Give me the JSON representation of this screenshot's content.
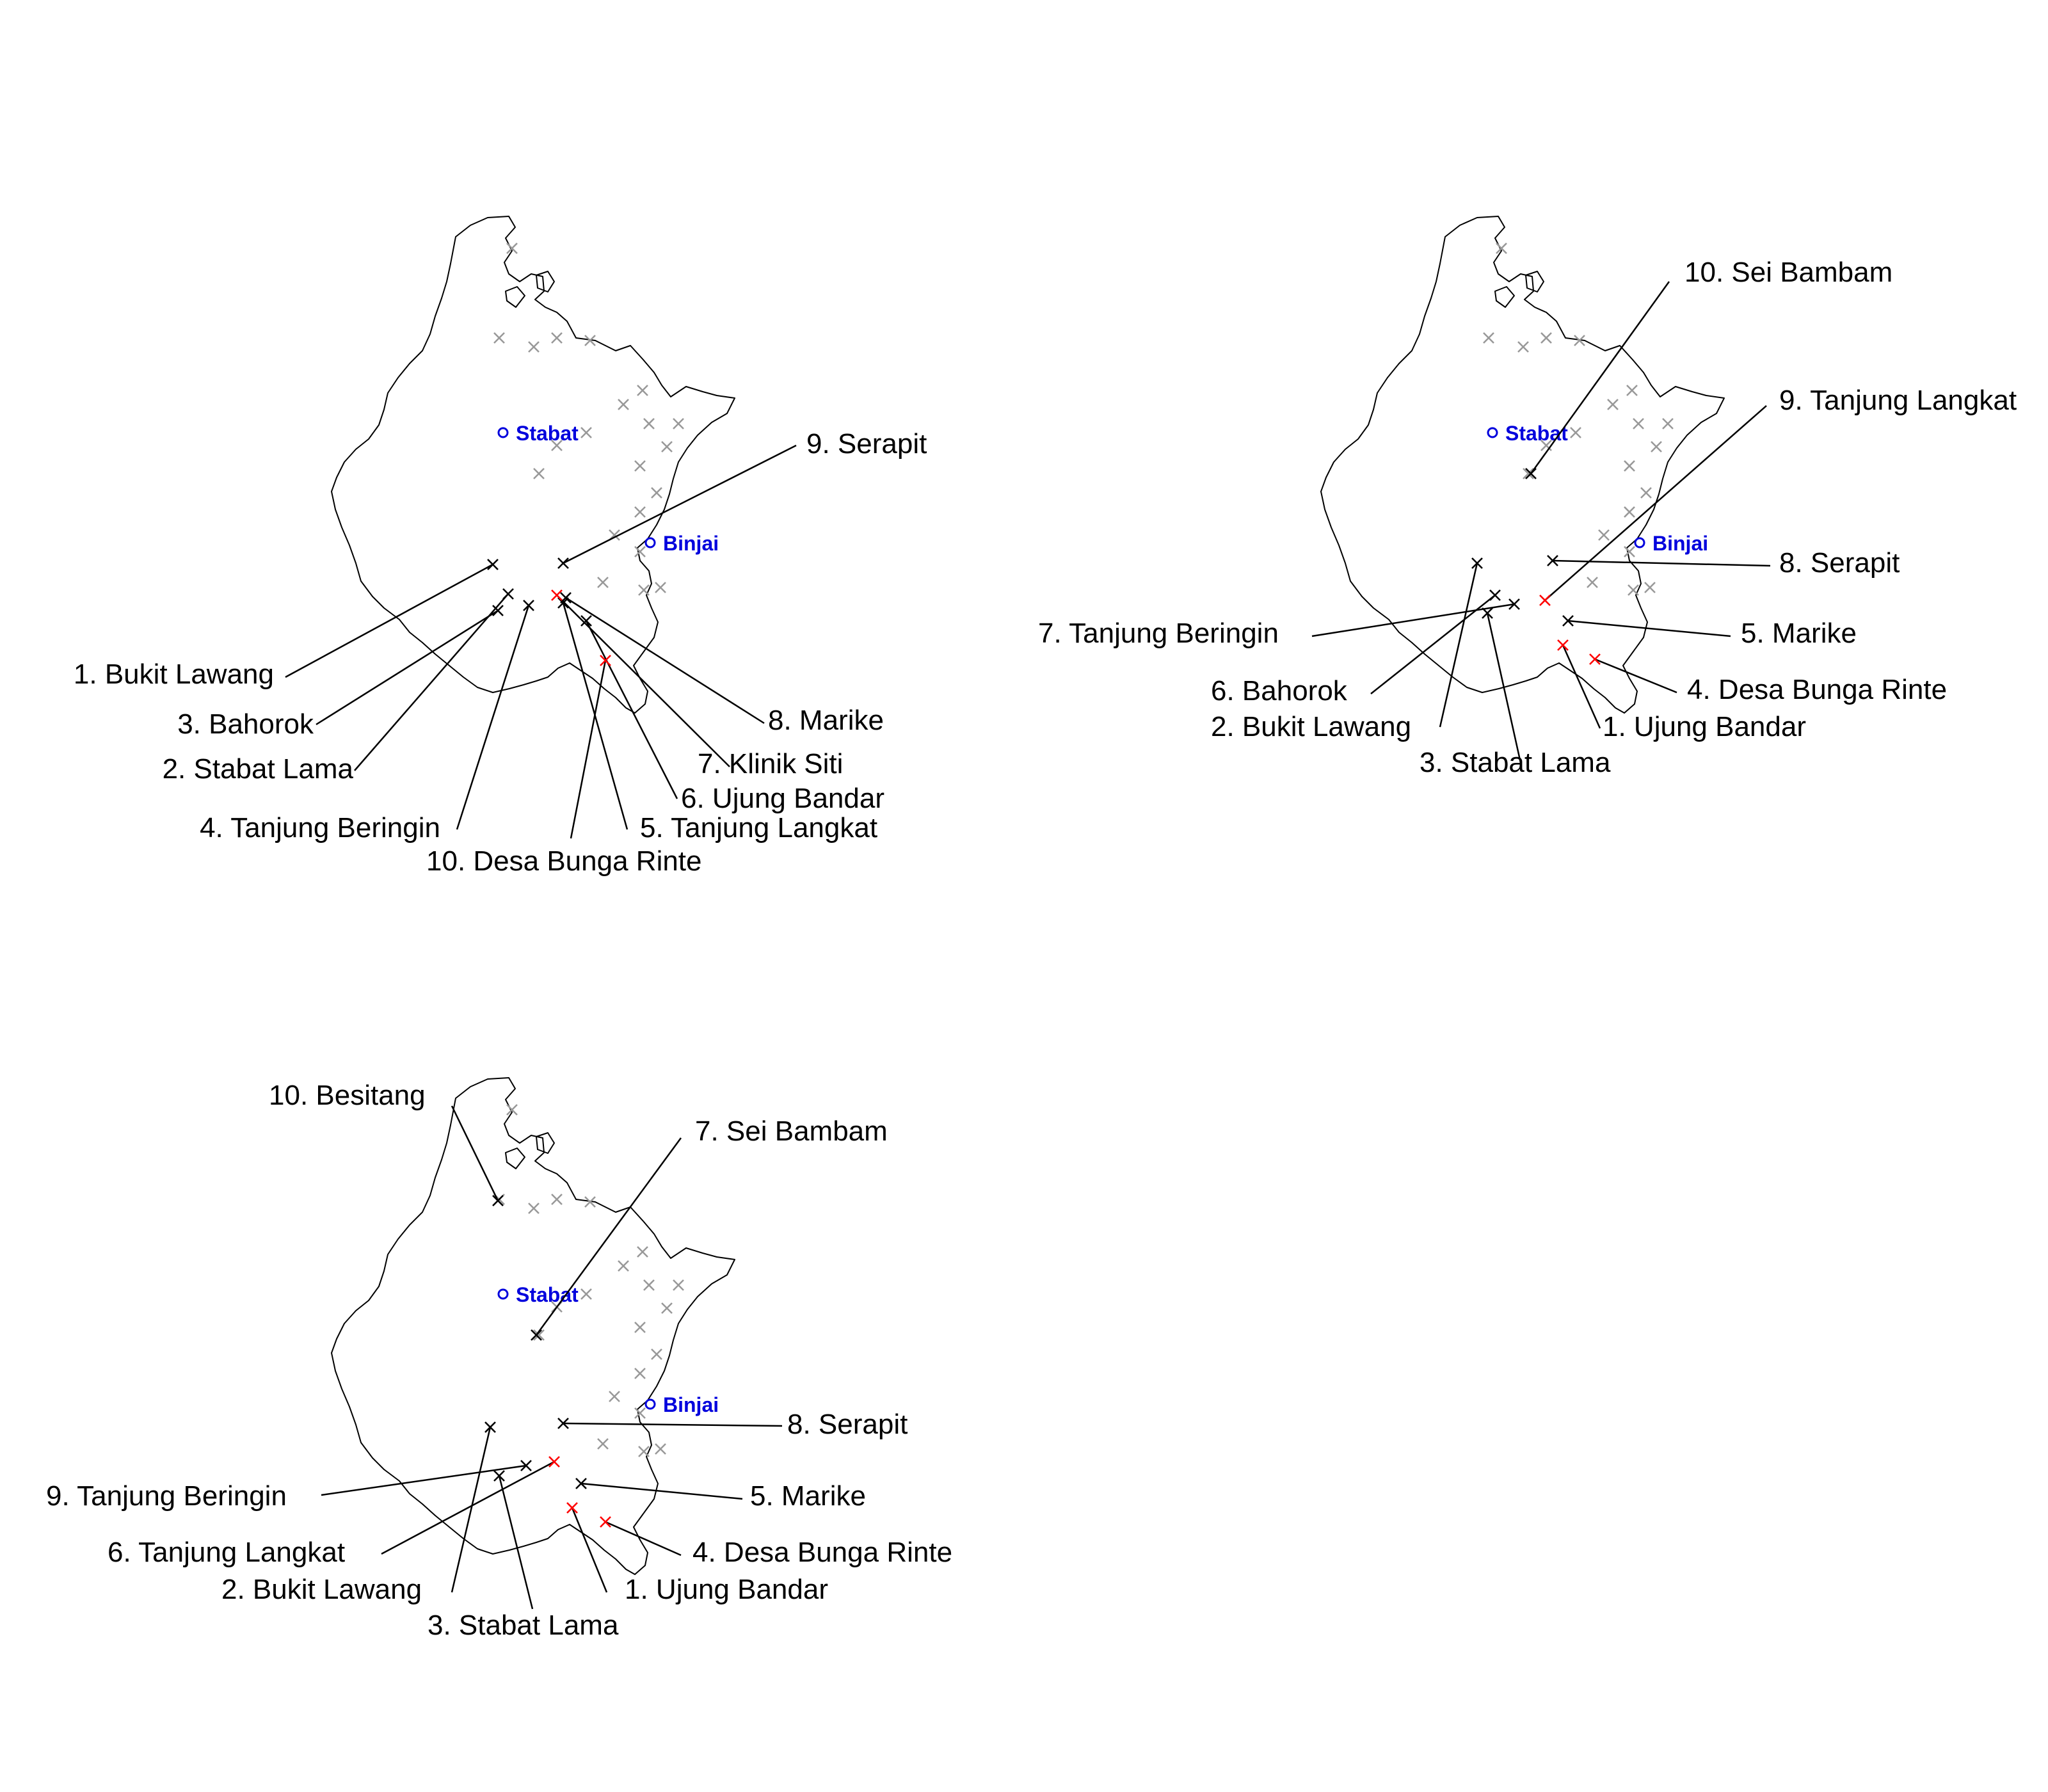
{
  "colors": {
    "outline": "#000000",
    "background_marker": "#999999",
    "highlight_marker": "#ff0000",
    "labelled_marker": "#000000",
    "city": "#0000dd"
  },
  "cities": [
    {
      "name": "Stabat"
    },
    {
      "name": "Binjai"
    }
  ],
  "panels": [
    {
      "id": "panel-1",
      "labels": [
        "1. Bukit Lawang",
        "2. Stabat Lama",
        "3. Bahorok",
        "4. Tanjung Beringin",
        "5. Tanjung Langkat",
        "6. Ujung Bandar",
        "7. Klinik Siti",
        "8. Marike",
        "9. Serapit",
        "10. Desa Bunga Rinte"
      ]
    },
    {
      "id": "panel-2",
      "labels": [
        "1. Ujung Bandar",
        "2. Bukit Lawang",
        "3. Stabat Lama",
        "4. Desa Bunga Rinte",
        "5. Marike",
        "6. Bahorok",
        "7. Tanjung Beringin",
        "8. Serapit",
        "9. Tanjung Langkat",
        "10. Sei Bambam"
      ]
    },
    {
      "id": "panel-3",
      "labels": [
        "1. Ujung Bandar",
        "2. Bukit Lawang",
        "3. Stabat Lama",
        "4. Desa Bunga Rinte",
        "5. Marike",
        "6. Tanjung Langkat",
        "7. Sei Bambam",
        "8. Serapit",
        "9. Tanjung Beringin",
        "10. Besitang"
      ]
    }
  ]
}
